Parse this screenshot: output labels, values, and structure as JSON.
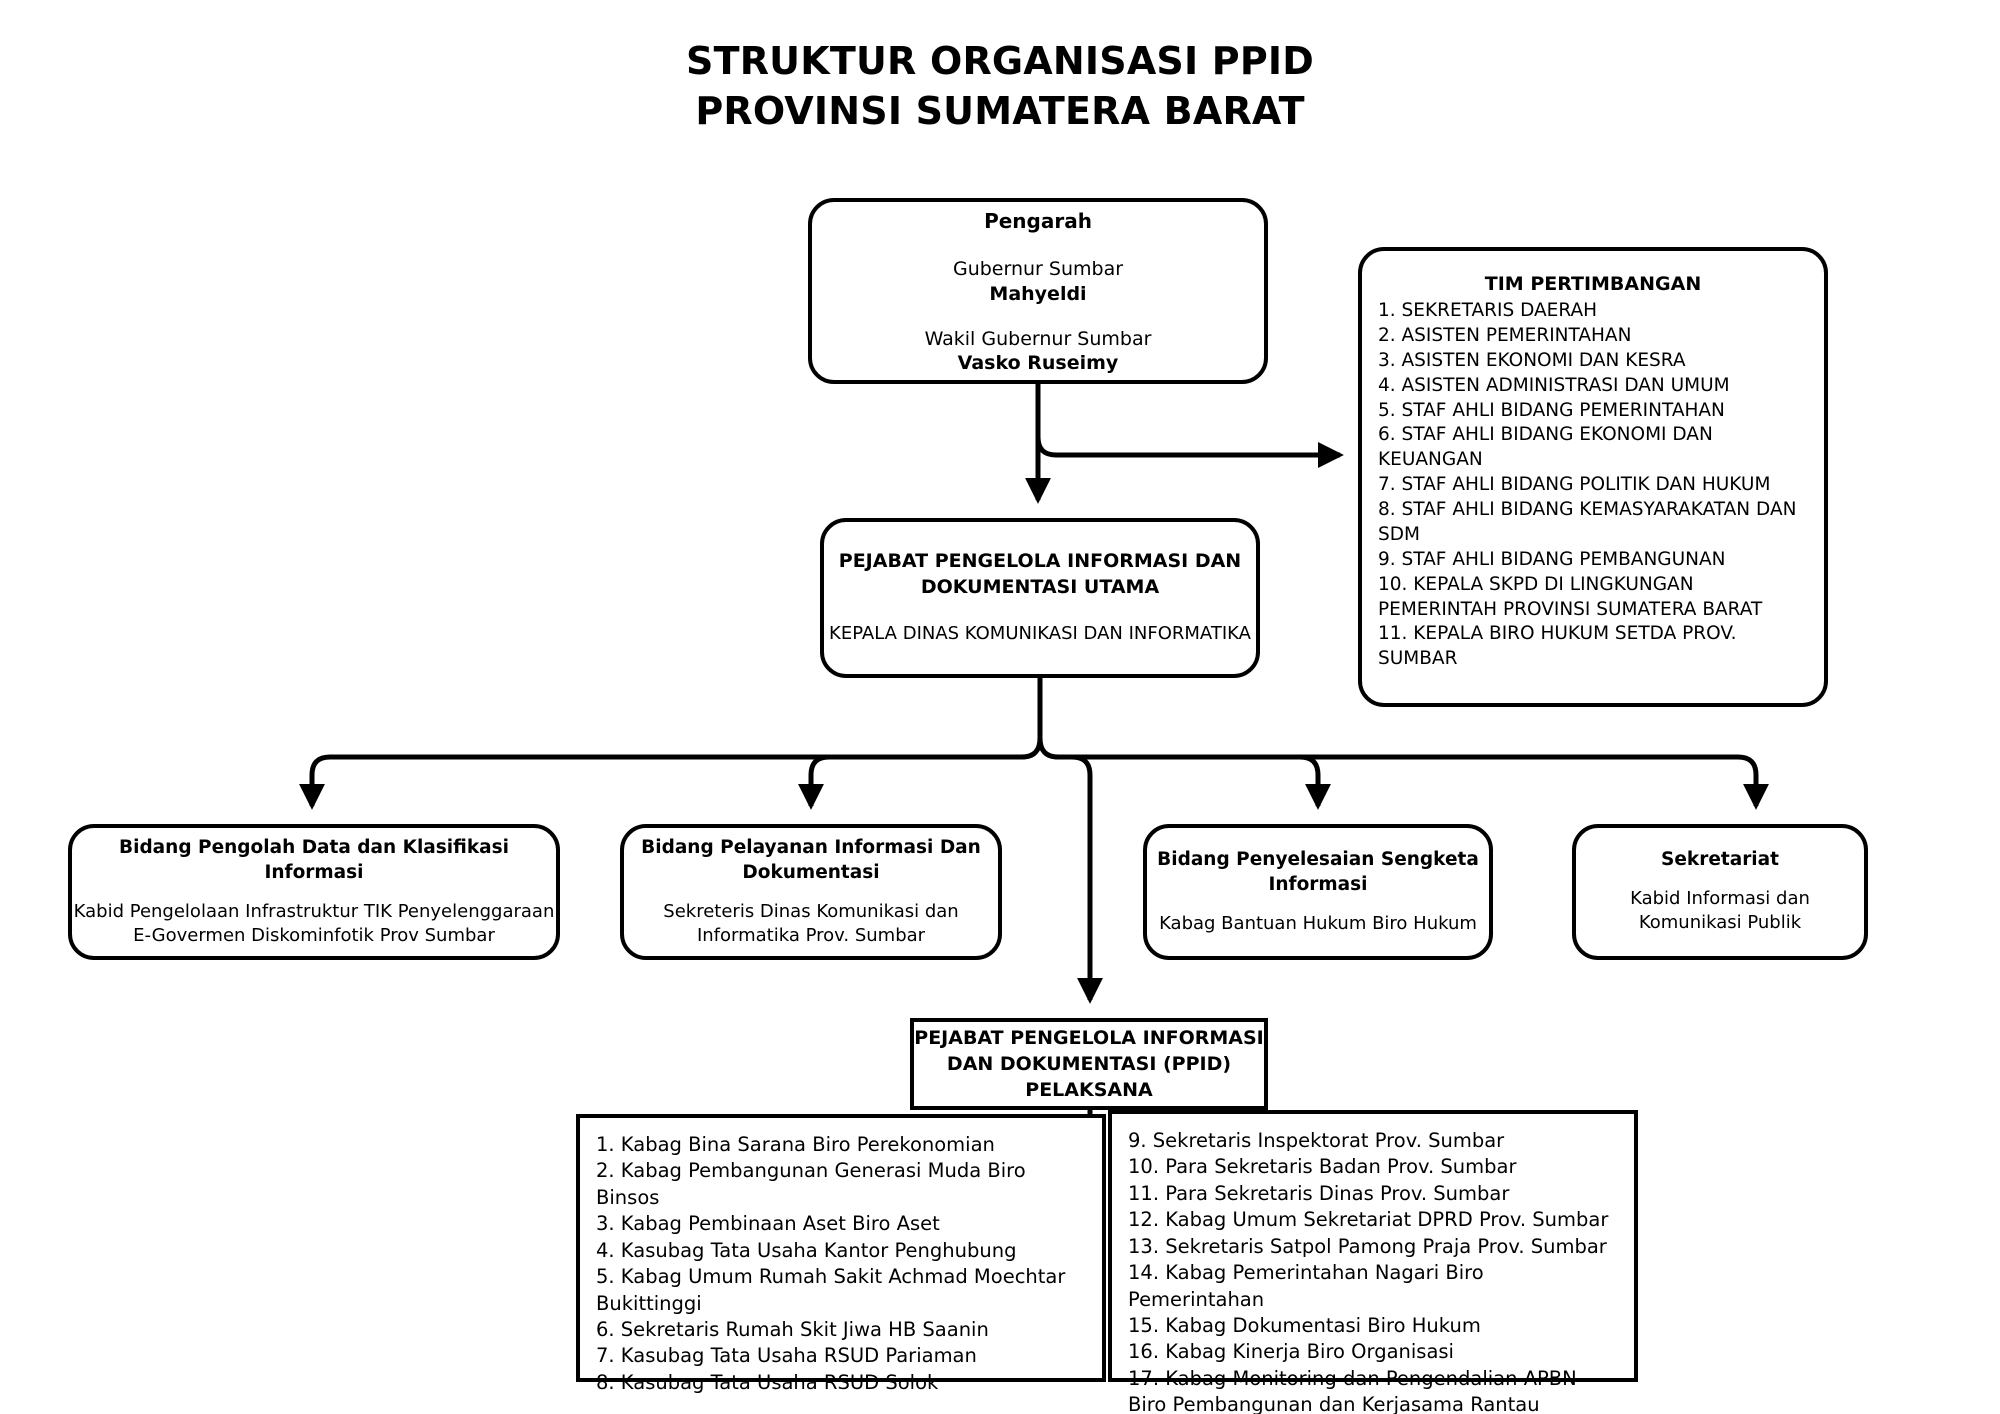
{
  "title": {
    "line1": "STRUKTUR ORGANISASI PPID",
    "line2": "PROVINSI SUMATERA BARAT"
  },
  "pengarah": {
    "heading": "Pengarah",
    "role1": "Gubernur Sumbar",
    "name1": "Mahyeldi",
    "role2": "Wakil Gubernur Sumbar",
    "name2": "Vasko Ruseimy"
  },
  "tim_pertimbangan": {
    "heading": "TIM PERTIMBANGAN",
    "items": [
      "1. SEKRETARIS DAERAH",
      "2. ASISTEN PEMERINTAHAN",
      "3. ASISTEN EKONOMI DAN KESRA",
      "4. ASISTEN ADMINISTRASI DAN UMUM",
      "5. STAF AHLI BIDANG PEMERINTAHAN",
      "6. STAF AHLI BIDANG EKONOMI DAN KEUANGAN",
      "7. STAF AHLI BIDANG POLITIK DAN HUKUM",
      "8. STAF AHLI BIDANG KEMASYARAKATAN DAN SDM",
      "9. STAF AHLI BIDANG PEMBANGUNAN",
      "10. KEPALA SKPD DI LINGKUNGAN PEMERINTAH PROVINSI SUMATERA BARAT",
      "11. KEPALA BIRO HUKUM SETDA PROV. SUMBAR"
    ]
  },
  "ppid_utama": {
    "heading_line1": "PEJABAT PENGELOLA INFORMASI DAN",
    "heading_line2": "DOKUMENTASI UTAMA",
    "subtitle": "KEPALA DINAS KOMUNIKASI DAN INFORMATIKA"
  },
  "bidang": [
    {
      "heading": "Bidang Pengolah Data dan Klasifikasi Informasi",
      "subtitle": "Kabid Pengelolaan Infrastruktur TIK Penyelenggaraan E-Govermen Diskominfotik Prov Sumbar"
    },
    {
      "heading": "Bidang Pelayanan Informasi Dan Dokumentasi",
      "subtitle": "Sekreteris Dinas Komunikasi dan Informatika Prov. Sumbar"
    },
    {
      "heading": "Bidang Penyelesaian Sengketa Informasi",
      "subtitle": "Kabag Bantuan Hukum Biro Hukum"
    },
    {
      "heading": "Sekretariat",
      "subtitle": "Kabid Informasi dan Komunikasi Publik"
    }
  ],
  "ppid_pelaksana": {
    "heading_line1": "PEJABAT PENGELOLA INFORMASI",
    "heading_line2": "DAN DOKUMENTASI (PPID)",
    "heading_line3": "PELAKSANA",
    "list_left": [
      "1. Kabag Bina Sarana Biro Perekonomian",
      "2. Kabag Pembangunan Generasi Muda Biro Binsos",
      "3. Kabag Pembinaan Aset Biro Aset",
      "4. Kasubag Tata Usaha Kantor Penghubung",
      "5. Kabag Umum Rumah Sakit Achmad Moechtar Bukittinggi",
      "6. Sekretaris Rumah Skit Jiwa HB Saanin",
      "7. Kasubag Tata Usaha RSUD Pariaman",
      "8. Kasubag Tata Usaha RSUD Solok"
    ],
    "list_right": [
      "9. Sekretaris Inspektorat Prov. Sumbar",
      "10. Para Sekretaris Badan Prov. Sumbar",
      "11. Para Sekretaris Dinas Prov. Sumbar",
      "12. Kabag Umum Sekretariat DPRD Prov. Sumbar",
      "13. Sekretaris Satpol Pamong Praja Prov. Sumbar",
      "14. Kabag Pemerintahan Nagari Biro Pemerintahan",
      "15. Kabag Dokumentasi Biro Hukum",
      "16. Kabag Kinerja Biro Organisasi",
      "17. Kabag Monitoring dan Pengendalian APBN Biro Pembangunan dan Kerjasama Rantau"
    ]
  },
  "colors": {
    "line": "#000000",
    "background": "#ffffff",
    "text": "#000000"
  }
}
